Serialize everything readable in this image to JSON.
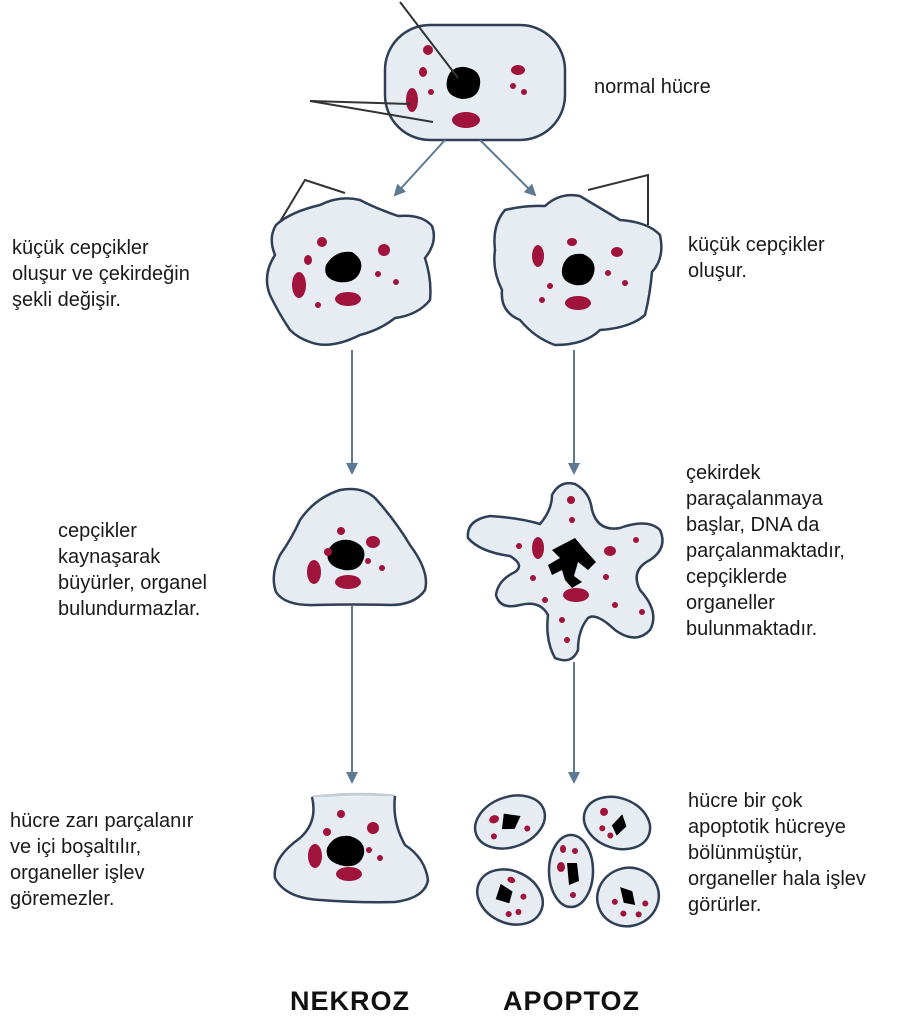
{
  "labels": {
    "normal": "normal hücre",
    "necrosis_1": "küçük cepçikler\noluşur ve çekirdeğin\nşekli değişir.",
    "apoptosis_1": "küçük cepçikler\noluşur.",
    "necrosis_2": "cepçikler\nkaynaşarak\nbüyürler, organel\nbulundurmazlar.",
    "apoptosis_2": "çekirdek\nparaçalanmaya\nbaşlar, DNA da\nparçalanmaktadır,\ncepçiklerde\norganeller\nbulunmaktadır.",
    "necrosis_3": "hücre zarı parçalanır\nve içi boşaltılır,\norganeller işlev\ngöremezler.",
    "apoptosis_3": "hücre bir çok\napoptotik hücreye\nbölünmüştür,\norganeller hala işlev\ngörürler."
  },
  "titles": {
    "necrosis": "NEKROZ",
    "apoptosis": "APOPTOZ"
  },
  "colors": {
    "cell_fill": "#e6ecf2",
    "cell_stroke": "#2f3f56",
    "organelle": "#a0133b",
    "nucleus": "#000000",
    "arrow": "#5d7a92",
    "pointer_line": "#333333"
  }
}
